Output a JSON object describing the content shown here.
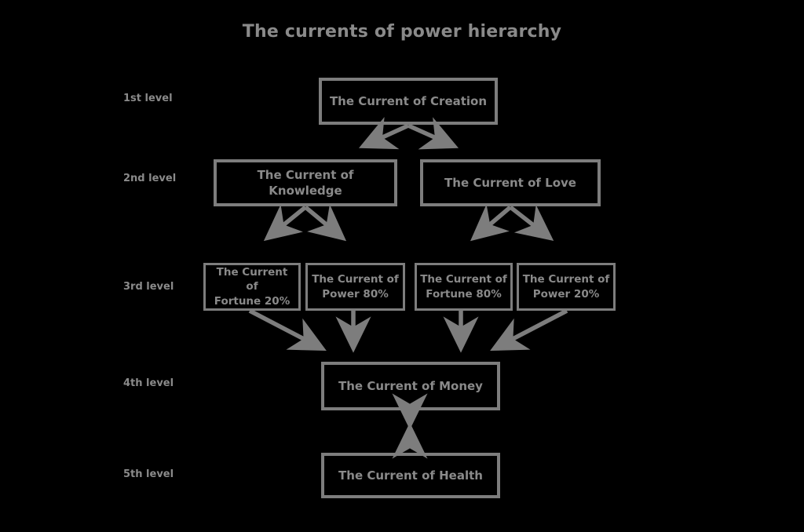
{
  "title": "The currents of power hierarchy",
  "colors": {
    "background": "#000000",
    "stroke": "#7d7d7d",
    "text": "#8a8a8a"
  },
  "levels": [
    {
      "label": "1st level"
    },
    {
      "label": "2nd level"
    },
    {
      "label": "3rd level"
    },
    {
      "label": "4th level"
    },
    {
      "label": "5th level"
    }
  ],
  "nodes": {
    "creation": {
      "label": "The Current of Creation"
    },
    "knowledge": {
      "label": "The Current of Knowledge"
    },
    "love": {
      "label": "The Current of Love"
    },
    "fortune_left": {
      "line1": "The Current of",
      "line2": "Fortune 20%"
    },
    "power_left": {
      "line1": "The Current of",
      "line2": "Power 80%"
    },
    "fortune_right": {
      "line1": "The Current of",
      "line2": "Fortune 80%"
    },
    "power_right": {
      "line1": "The Current of",
      "line2": "Power 20%"
    },
    "money": {
      "label": "The Current of Money"
    },
    "health": {
      "label": "The Current of Health"
    }
  }
}
